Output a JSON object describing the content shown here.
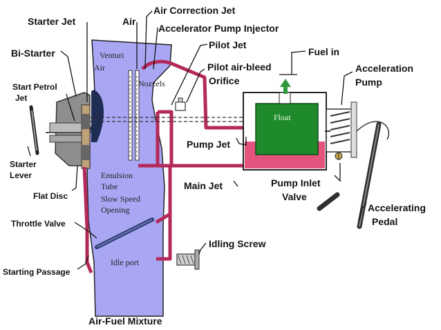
{
  "labels": {
    "starter_jet": "Starter Jet",
    "air": "Air",
    "air_correction_jet": "Air Correction Jet",
    "accelerator_pump_injector": "Accelerator Pump Injector",
    "bi_starter": "Bi-Starter",
    "pilot_jet": "Pilot Jet",
    "fuel_in": "Fuel in",
    "venturi": "Venturi",
    "venturi_air": "Air",
    "pilot_air_bleed_line1": "Pilot air-bleed",
    "pilot_air_bleed_line2": "Orifice",
    "acceleration_pump_line1": "Acceleration",
    "acceleration_pump_line2": "Pump",
    "start_petrol_jet_line1": "Start Petrol",
    "start_petrol_jet_line2": "Jet",
    "nozzels": "Nozzels",
    "float": "Float",
    "pump_jet": "Pump Jet",
    "starter_lever_line1": "Starter",
    "starter_lever_line2": "Lever",
    "emulsion_tube_line1": "Emulsion",
    "emulsion_tube_line2": "Tube",
    "main_jet": "Main Jet",
    "pump_inlet_valve_line1": "Pump Inlet",
    "pump_inlet_valve_line2": "Valve",
    "flat_disc": "Flat Disc",
    "slow_speed_opening_line1": "Slow Speed",
    "slow_speed_opening_line2": "Opening",
    "accelerating_pedal_line1": "Accelerating",
    "accelerating_pedal_line2": "Pedal",
    "throttle_valve": "Throttle Valve",
    "idling_screw": "Idling Screw",
    "idle_port": "Idle port",
    "starting_passage": "Starting Passage",
    "air_fuel_mixture": "Air-Fuel Mixture"
  },
  "colors": {
    "air_passage": "#a9a6f4",
    "fuel": "#e4537e",
    "fuel_pipe": "#b5295a",
    "float": "#1f8a2b",
    "starter_body": "#8e8e8e",
    "arrow": "#2f9a3a"
  }
}
